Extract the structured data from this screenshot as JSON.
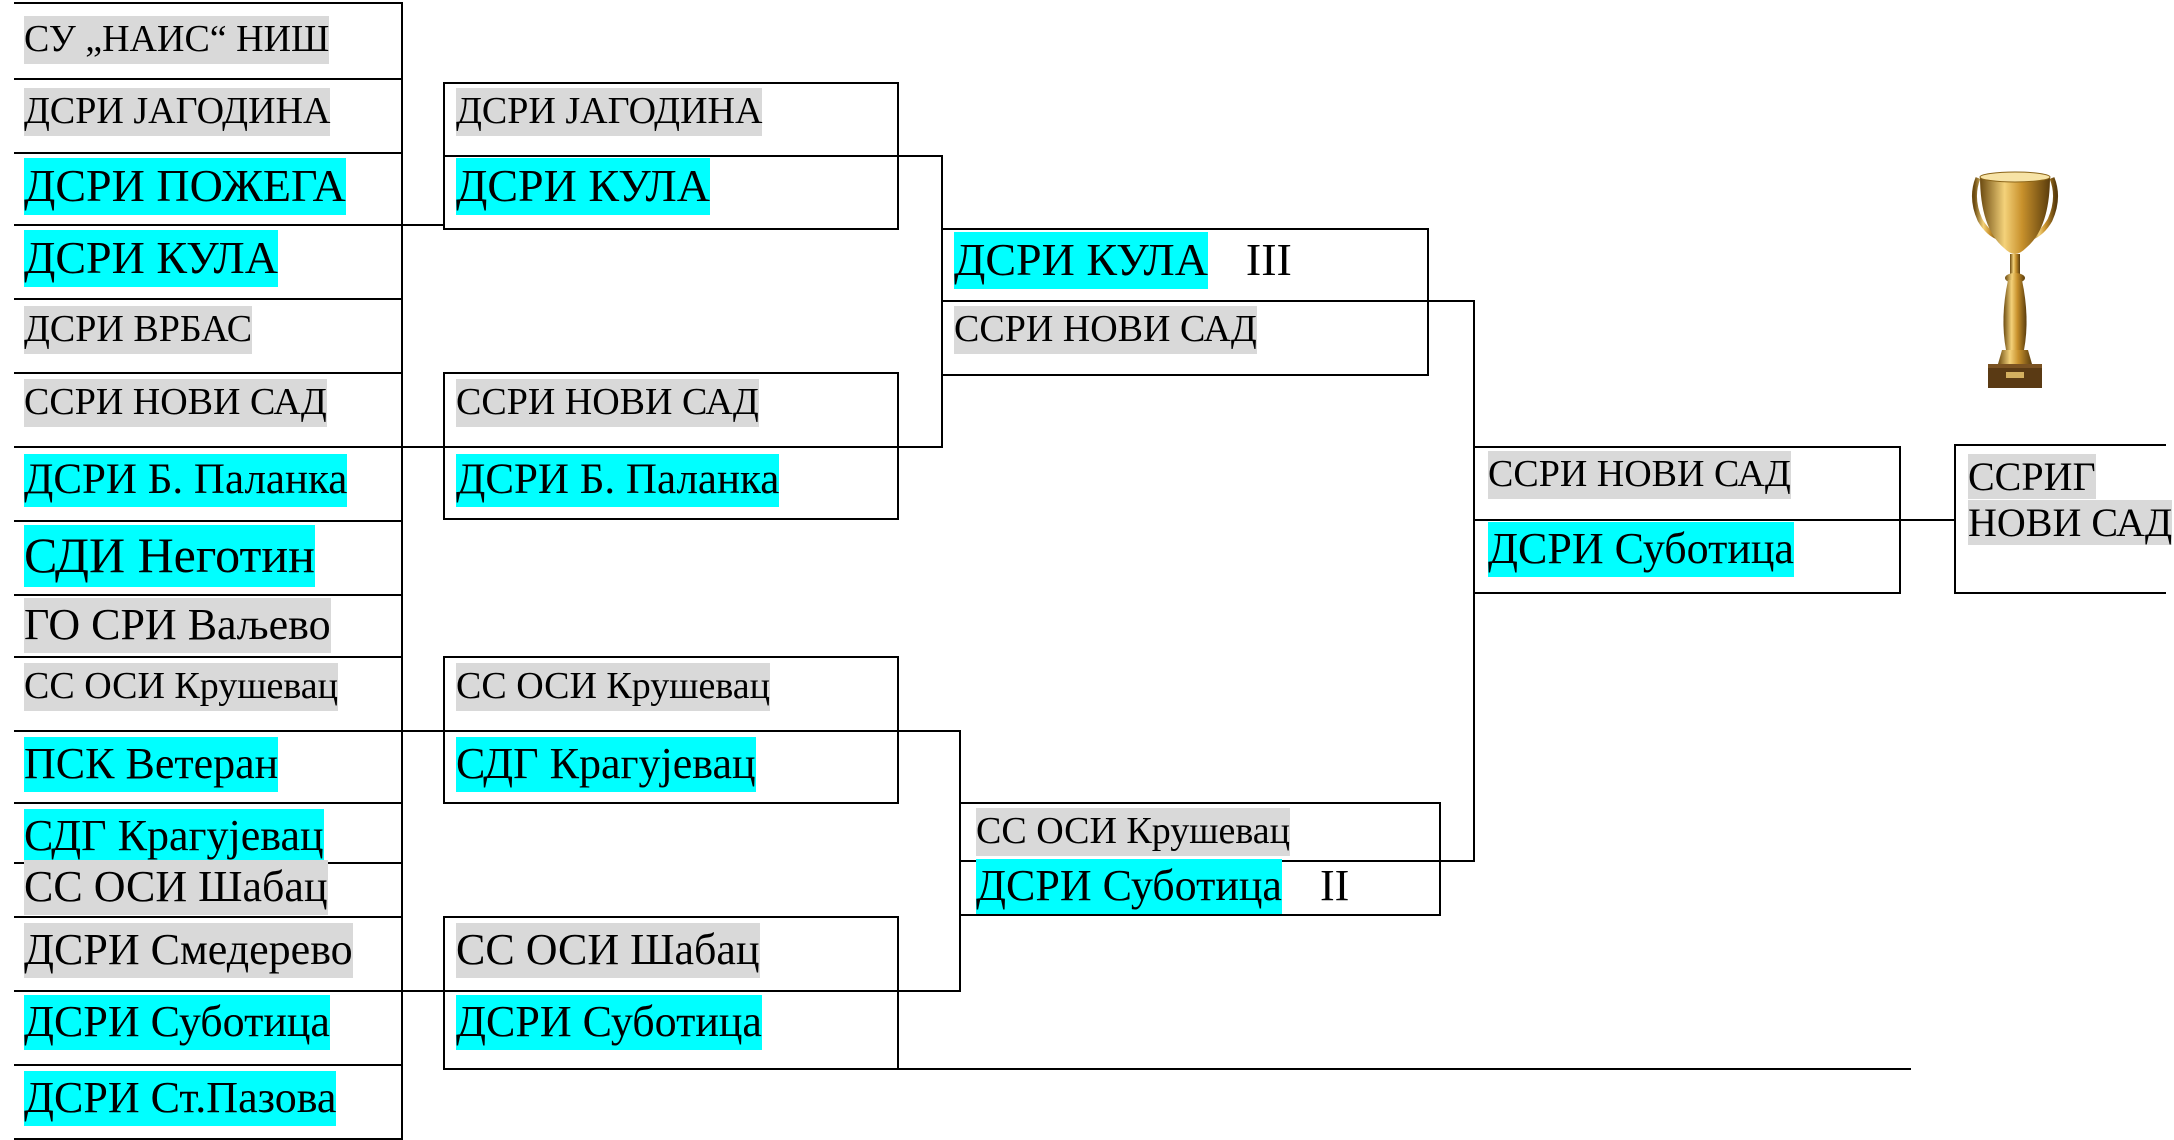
{
  "round1": [
    {
      "name": "СУ „НАИС“ НИШ",
      "hl": "gray"
    },
    {
      "name": "ДСРИ ЈАГОДИНА",
      "hl": "gray"
    },
    {
      "name": "ДСРИ ПОЖЕГА",
      "hl": "cyan"
    },
    {
      "name": "ДСРИ КУЛА",
      "hl": "cyan"
    },
    {
      "name": "ДСРИ ВРБАС",
      "hl": "gray"
    },
    {
      "name": "ССРИ НОВИ САД",
      "hl": "gray"
    },
    {
      "name": "ДСРИ Б. Паланка",
      "hl": "cyan"
    },
    {
      "name": "СДИ Неготин",
      "hl": "cyan"
    },
    {
      "name": "ГО СРИ Ваљево",
      "hl": "gray"
    },
    {
      "name": "СС ОСИ Крушевац",
      "hl": "gray"
    },
    {
      "name": "ПСК Ветеран",
      "hl": "cyan"
    },
    {
      "name": "СДГ Крагујевац",
      "hl": "cyan"
    },
    {
      "name": "СС ОСИ Шабац",
      "hl": "gray"
    },
    {
      "name": "ДСРИ Смедерево",
      "hl": "gray"
    },
    {
      "name": "ДСРИ Суботица",
      "hl": "cyan"
    },
    {
      "name": "ДСРИ Ст.Пазова",
      "hl": "cyan"
    }
  ],
  "round2": [
    {
      "name": "ДСРИ ЈАГОДИНА",
      "hl": "gray"
    },
    {
      "name": "ДСРИ КУЛА",
      "hl": "cyan"
    },
    {
      "name": "ССРИ НОВИ САД",
      "hl": "gray"
    },
    {
      "name": "ДСРИ Б. Паланка",
      "hl": "cyan"
    },
    {
      "name": "СС ОСИ Крушевац",
      "hl": "gray"
    },
    {
      "name": "СДГ Крагујевац",
      "hl": "cyan"
    },
    {
      "name": "СС ОСИ Шабац",
      "hl": "gray"
    },
    {
      "name": "ДСРИ Суботица",
      "hl": "cyan"
    }
  ],
  "round3": [
    {
      "name": "ДСРИ КУЛА",
      "hl": "cyan",
      "rank": "III"
    },
    {
      "name": "ССРИ НОВИ САД",
      "hl": "gray",
      "rank": ""
    },
    {
      "name": "СС ОСИ Крушевац",
      "hl": "gray",
      "rank": ""
    },
    {
      "name": "ДСРИ Суботица",
      "hl": "cyan",
      "rank": "II"
    }
  ],
  "final": [
    {
      "name": "ССРИ НОВИ САД",
      "hl": "gray"
    },
    {
      "name": "ДСРИ Суботица",
      "hl": "cyan"
    }
  ],
  "champion": {
    "line1": "ССРИГ",
    "line2": "НОВИ САД"
  },
  "colors": {
    "gray": "#d9d9d9",
    "cyan": "#00ffff"
  },
  "icons": {
    "trophy": "trophy-icon"
  }
}
